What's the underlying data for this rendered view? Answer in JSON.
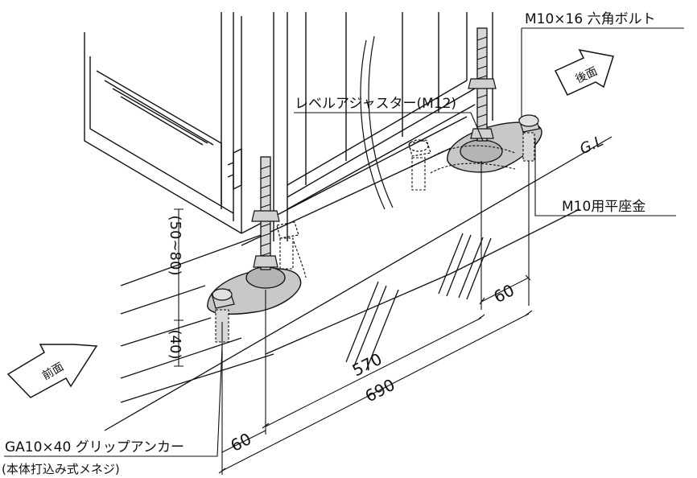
{
  "labels": {
    "bolt": "M10×16 六角ボルト",
    "adjuster": "レベルアジャスター(M12)",
    "washer": "M10用平座金",
    "ground": "G.L",
    "anchor": "GA10×40 グリップアンカー",
    "anchor_note": "(本体打込み式メネジ)",
    "back_arrow": "後面",
    "front_arrow": "前面"
  },
  "dimensions": {
    "d60_right": "60",
    "d60_left": "60",
    "d570": "570",
    "d690": "690",
    "d50_80": "(50~80)",
    "d40": "(40)"
  },
  "colors": {
    "line": "#111111",
    "shade": "#c8c8c8",
    "background": "#ffffff"
  }
}
